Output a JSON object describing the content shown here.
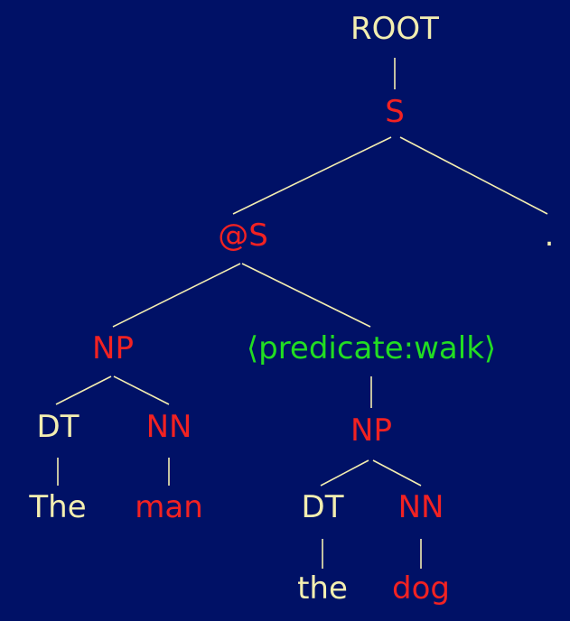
{
  "colors": {
    "background": "#001166",
    "edge": "#f3eeb0",
    "yellow": "#f3eeb0",
    "red": "#f22222",
    "green": "#22dd22"
  },
  "tree": {
    "nodes": [
      {
        "id": "n-root",
        "label": "ROOT",
        "color": "yellow"
      },
      {
        "id": "n-s",
        "label": "S",
        "color": "red"
      },
      {
        "id": "n-at-s",
        "label": "@S",
        "color": "red"
      },
      {
        "id": "n-period",
        "label": ".",
        "color": "yellow"
      },
      {
        "id": "n-np1",
        "label": "NP",
        "color": "red"
      },
      {
        "id": "n-predicate",
        "label": "⟨predicate:walk⟩",
        "color": "green"
      },
      {
        "id": "n-dt1",
        "label": "DT",
        "color": "yellow"
      },
      {
        "id": "n-nn1",
        "label": "NN",
        "color": "red"
      },
      {
        "id": "n-np2",
        "label": "NP",
        "color": "red"
      },
      {
        "id": "n-the1",
        "label": "The",
        "color": "yellow"
      },
      {
        "id": "n-man",
        "label": "man",
        "color": "red"
      },
      {
        "id": "n-dt2",
        "label": "DT",
        "color": "yellow"
      },
      {
        "id": "n-nn2",
        "label": "NN",
        "color": "red"
      },
      {
        "id": "n-the2",
        "label": "the",
        "color": "yellow"
      },
      {
        "id": "n-dog",
        "label": "dog",
        "color": "red"
      }
    ]
  }
}
